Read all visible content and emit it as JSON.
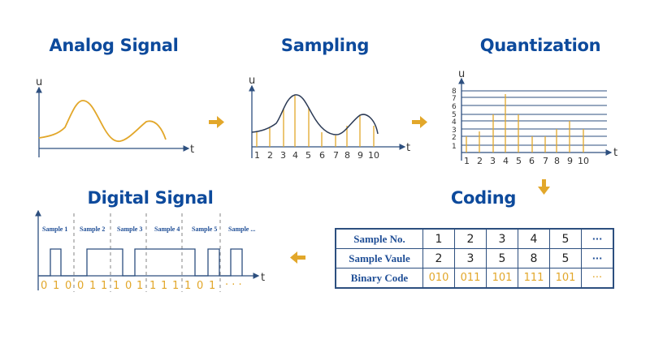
{
  "titles": {
    "analog": "Analog Signal",
    "sampling": "Sampling",
    "quantization": "Quantization",
    "coding": "Coding",
    "digital": "Digital Signal"
  },
  "axes": {
    "y": "u",
    "x": "t"
  },
  "colors": {
    "title": "#0d4a9c",
    "accent": "#e2a72a",
    "axis": "#2d4f7f",
    "curve": "#2b3a55"
  },
  "flow_arrows": [
    {
      "from": "Analog Signal",
      "to": "Sampling",
      "direction": "right"
    },
    {
      "from": "Sampling",
      "to": "Quantization",
      "direction": "right"
    },
    {
      "from": "Quantization",
      "to": "Coding",
      "direction": "down"
    },
    {
      "from": "Coding",
      "to": "Digital Signal",
      "direction": "left"
    }
  ],
  "sampling": {
    "ticks": [
      "1",
      "2",
      "3",
      "4",
      "5",
      "6",
      "7",
      "8",
      "9",
      "10"
    ]
  },
  "quantization": {
    "y_ticks": [
      "1",
      "2",
      "3",
      "4",
      "5",
      "6",
      "7",
      "8"
    ],
    "x_ticks": [
      "1",
      "2",
      "3",
      "4",
      "5",
      "6",
      "7",
      "8",
      "9",
      "10"
    ]
  },
  "coding_table": {
    "rows": [
      {
        "label": "Sample No.",
        "values": [
          "1",
          "2",
          "3",
          "4",
          "5",
          "···"
        ]
      },
      {
        "label": "Sample Vaule",
        "values": [
          "2",
          "3",
          "5",
          "8",
          "5",
          "···"
        ]
      },
      {
        "label": "Binary Code",
        "values": [
          "010",
          "011",
          "101",
          "111",
          "101",
          "···"
        ]
      }
    ]
  },
  "digital_signal": {
    "samples": [
      "Sample 1",
      "Sample 2",
      "Sample 3",
      "Sample 4",
      "Sample 5",
      "Sample ..."
    ],
    "bits": [
      "0",
      "1",
      "0",
      "0",
      "1",
      "1",
      "1",
      "0",
      "1",
      "1",
      "1",
      "1",
      "1",
      "0",
      "1"
    ],
    "trailing": "· · ·"
  },
  "chart_data": [
    {
      "type": "line",
      "title": "Analog Signal",
      "xlabel": "t",
      "ylabel": "u",
      "description": "Continuous smooth waveform with a large peak and a smaller second peak"
    },
    {
      "type": "line",
      "title": "Sampling",
      "xlabel": "t",
      "ylabel": "u",
      "categories": [
        "1",
        "2",
        "3",
        "4",
        "5",
        "6",
        "7",
        "8",
        "9",
        "10"
      ],
      "description": "Analog curve sampled at 10 discrete instants (vertical sample lines)"
    },
    {
      "type": "bar",
      "title": "Quantization",
      "xlabel": "t",
      "ylabel": "u",
      "categories": [
        "1",
        "2",
        "3",
        "4",
        "5",
        "6",
        "7",
        "8",
        "9",
        "10"
      ],
      "values": [
        2,
        2.8,
        5,
        7.6,
        5,
        2,
        2,
        3,
        4,
        3
      ],
      "y_levels": [
        1,
        2,
        3,
        4,
        5,
        6,
        7,
        8
      ],
      "ylim": [
        0,
        8
      ],
      "grid": true
    },
    {
      "type": "table",
      "title": "Coding",
      "columns": [
        "Sample No.",
        "Sample Vaule",
        "Binary Code"
      ],
      "rows": [
        [
          "1",
          "2",
          "010"
        ],
        [
          "2",
          "3",
          "011"
        ],
        [
          "3",
          "5",
          "101"
        ],
        [
          "4",
          "8",
          "111"
        ],
        [
          "5",
          "5",
          "101"
        ]
      ]
    }
  ]
}
